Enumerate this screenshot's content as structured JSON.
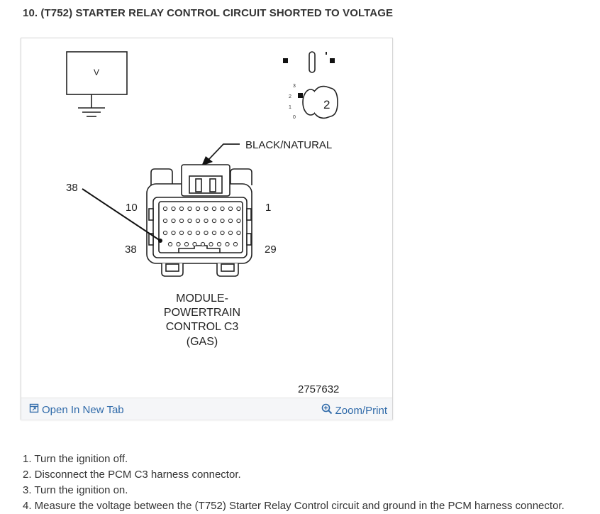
{
  "step": {
    "title": "10. (T752) STARTER RELAY CONTROL CIRCUIT SHORTED TO VOLTAGE"
  },
  "figure": {
    "meter_label": "V",
    "ignition_position": "2",
    "ignition_marks": [
      "3",
      "2",
      "1",
      "0"
    ],
    "wire_color": "BLACK/NATURAL",
    "pin_labels": {
      "lead": "38",
      "top_left": "10",
      "top_right": "1",
      "bottom_left": "38",
      "bottom_right": "29"
    },
    "connector_caption": [
      "MODULE-",
      "POWERTRAIN",
      "CONTROL C3",
      "(GAS)"
    ],
    "figure_id": "2757632",
    "open_tab_label": "Open In New Tab",
    "zoom_label": "Zoom/Print"
  },
  "instructions": [
    "1. Turn the ignition off.",
    "2. Disconnect the PCM C3 harness connector.",
    "3. Turn the ignition on.",
    "4. Measure the voltage between the (T752) Starter Relay Control circuit and ground in the PCM harness connector."
  ]
}
